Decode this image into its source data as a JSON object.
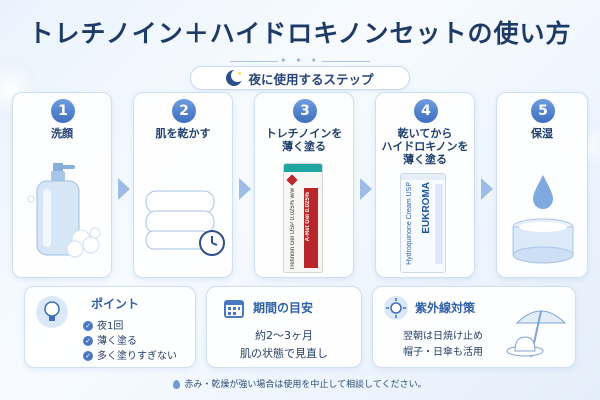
{
  "header": {
    "title": "トレチノイン＋ハイドロキノンセットの使い方",
    "ornament": "✦ ✦ ✦",
    "subtitle": "夜に使用するステップ"
  },
  "steps": [
    {
      "num": "1",
      "label": "洗顔"
    },
    {
      "num": "2",
      "label": "肌を乾かす"
    },
    {
      "num": "3",
      "label": "トレチノインを\n薄く塗る"
    },
    {
      "num": "4",
      "label": "乾いてから\nハイドロキノンを\n薄く塗る"
    },
    {
      "num": "5",
      "label": "保湿"
    }
  ],
  "tubes": {
    "tretinoin": {
      "brand": "Tretinoin Gel USP 0.025% w/w",
      "name": "A-Ret Gel 0.025%"
    },
    "hydroquinone": {
      "brand": "Hydroquinone Cream USP",
      "name": "EUKROMA"
    }
  },
  "info": {
    "point": {
      "title": "ポイント",
      "items": [
        "夜1回",
        "薄く塗る",
        "多く塗りすぎない"
      ]
    },
    "period": {
      "title": "期間の目安",
      "lines": [
        "約2～3ヶ月",
        "肌の状態で見直し"
      ]
    },
    "uv": {
      "title": "紫外線対策",
      "lines": [
        "翌朝は日焼け止め",
        "帽子・日傘も活用"
      ]
    }
  },
  "footer": {
    "note": "赤み・乾燥が強い場合は使用を中止して相談してください。"
  },
  "colors": {
    "accent": "#3e6fbf",
    "title": "#1e3a66",
    "arrow": "#9ebde6"
  }
}
